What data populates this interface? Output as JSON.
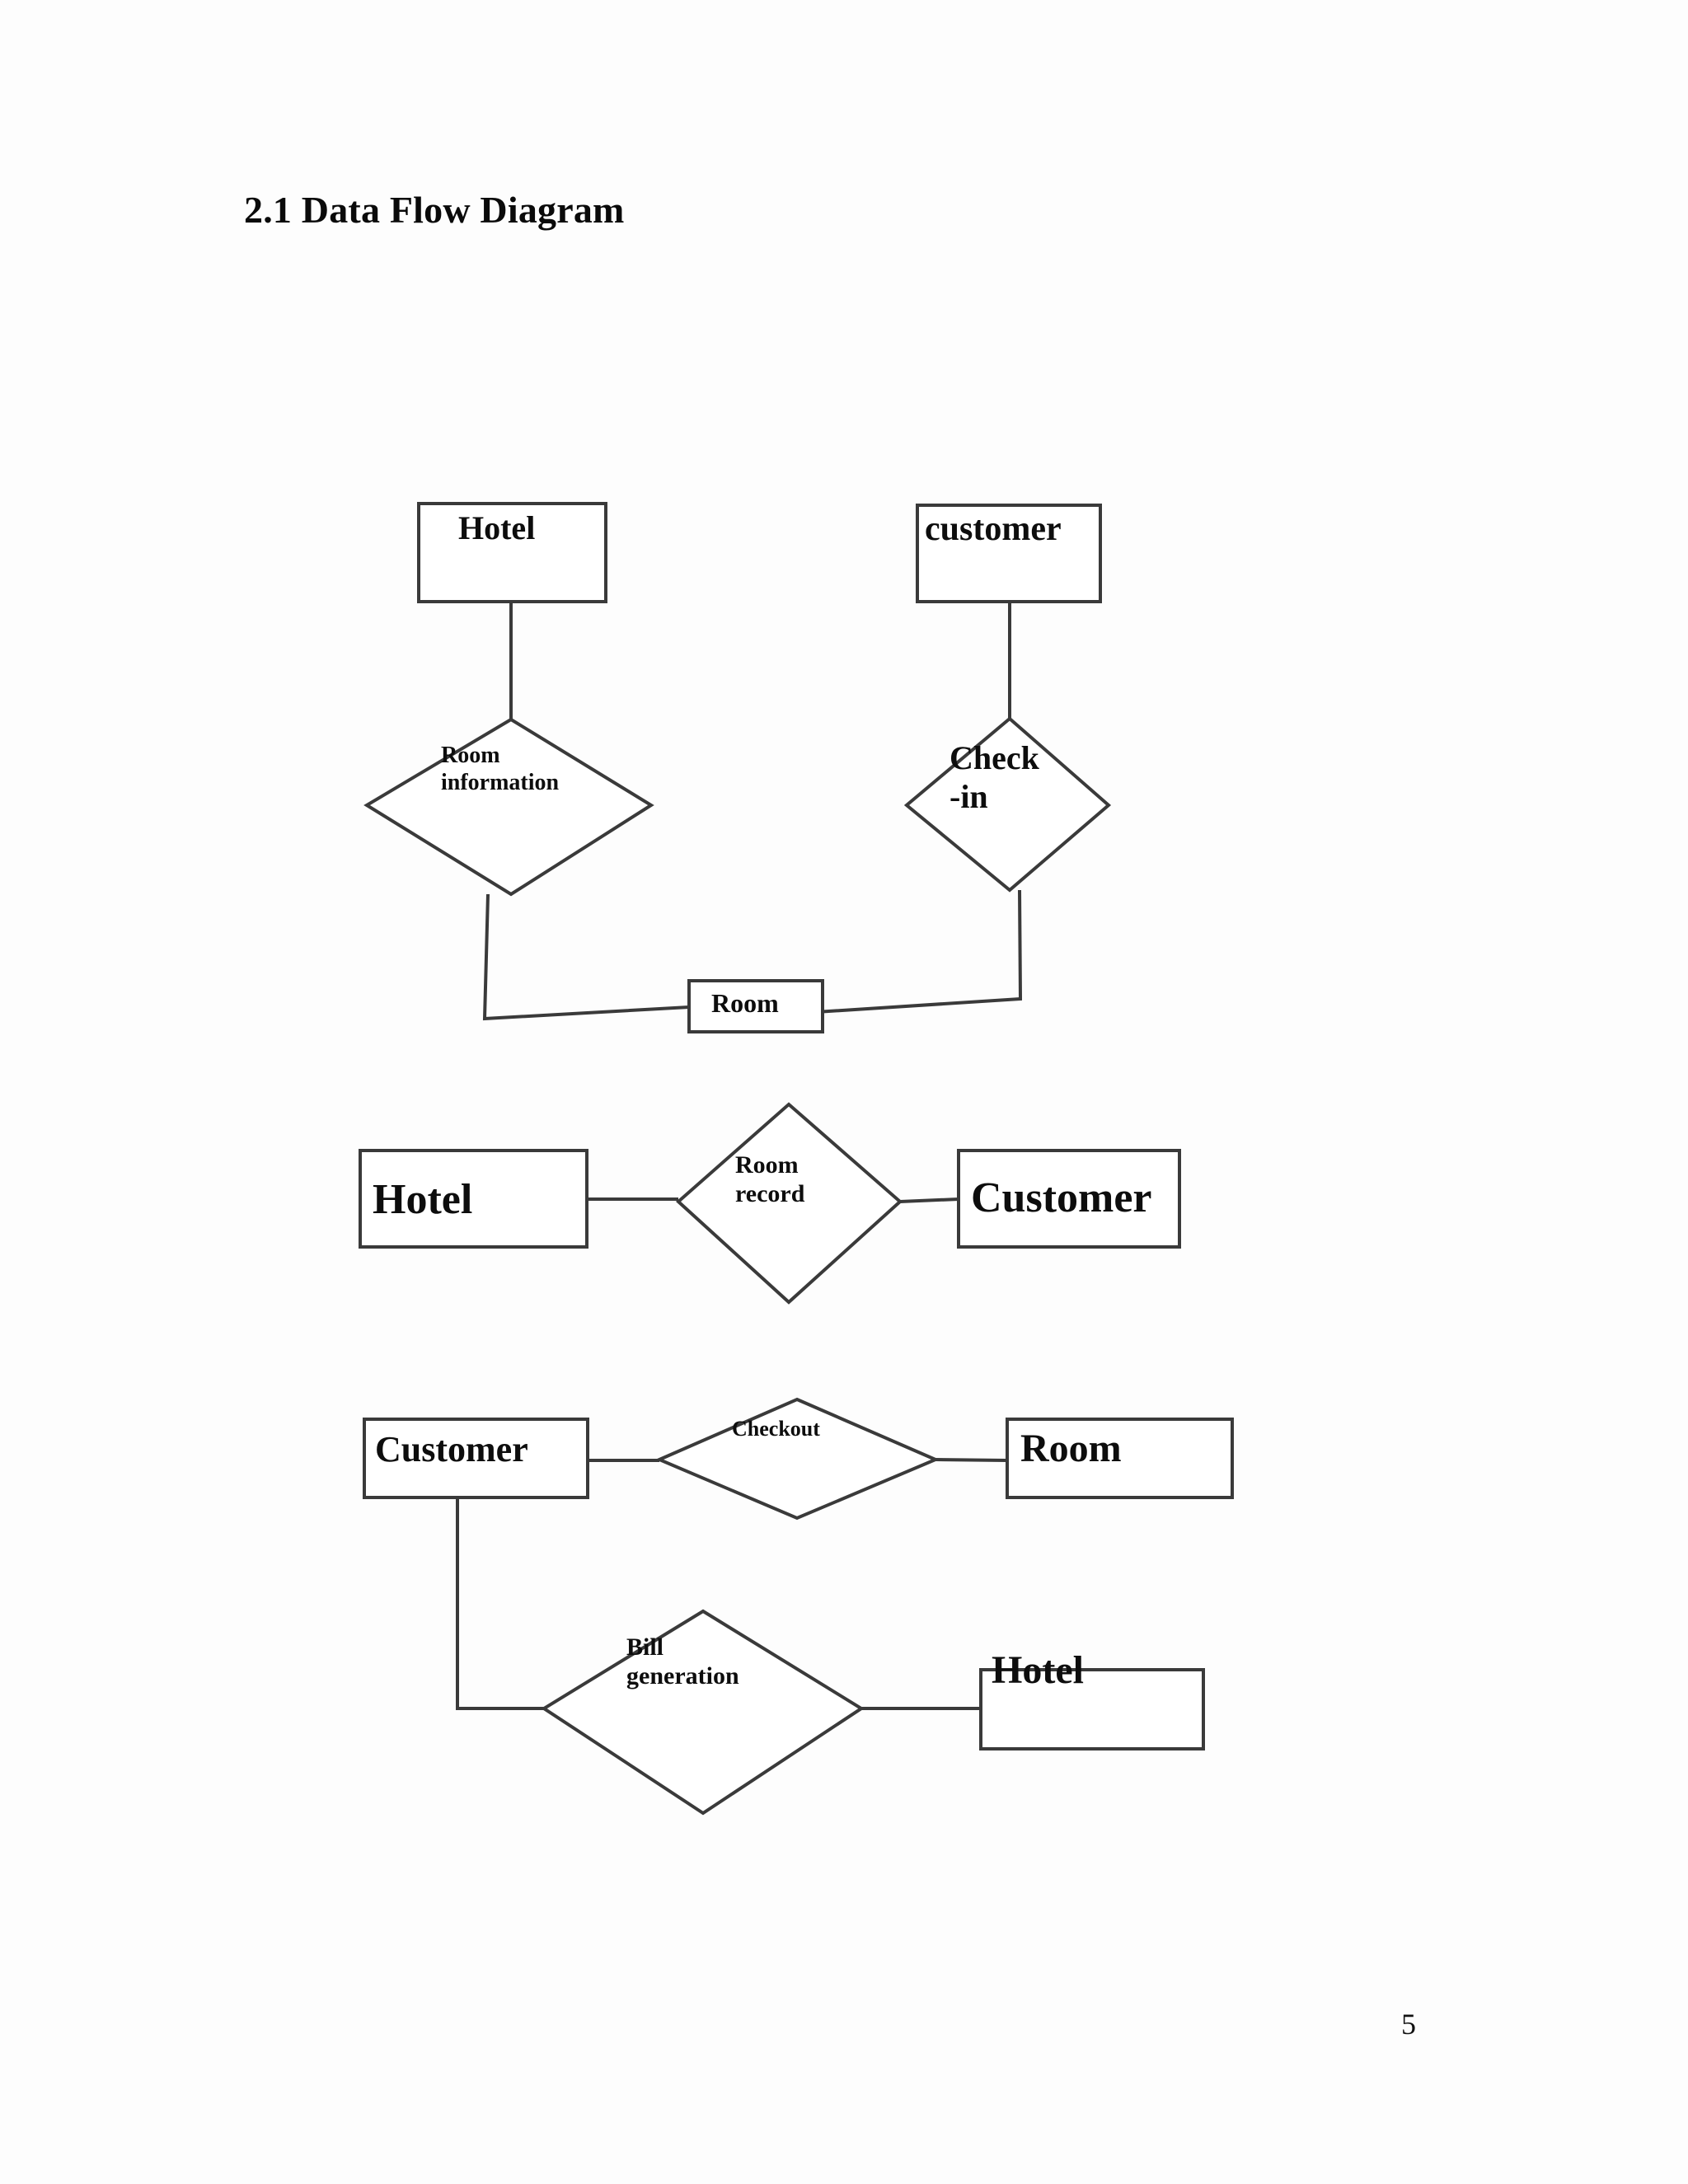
{
  "document": {
    "heading": "2.1 Data Flow Diagram",
    "page_number": "5"
  },
  "diagram": {
    "stroke_color": "#3a3a3a",
    "fill_color": "#ffffff",
    "row1": {
      "entity_hotel": "Hotel",
      "entity_customer": "customer",
      "relation_room_information": "Room\ninformation",
      "relation_check_in": "Check\n-in",
      "entity_room": "Room"
    },
    "row2": {
      "entity_hotel": "Hotel",
      "relation_room_record": "Room\nrecord",
      "entity_customer": "Customer"
    },
    "row3": {
      "entity_customer": "Customer",
      "relation_checkout": "Checkout",
      "entity_room": "Room"
    },
    "row4": {
      "relation_bill_generation": "Bill\ngeneration",
      "entity_hotel": "Hotel"
    }
  }
}
